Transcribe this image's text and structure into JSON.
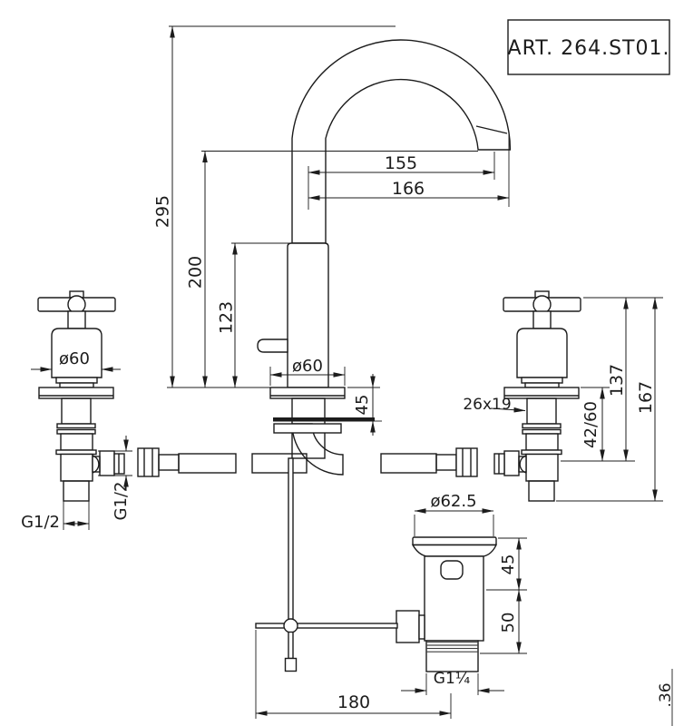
{
  "title_block": {
    "art_label": "ART. 264.ST01."
  },
  "colors": {
    "line": "#1c1c1c",
    "background": "#ffffff"
  },
  "dims": {
    "total_height": "295",
    "outlet_height": "200",
    "body_height": "123",
    "reach_to_aerator": "155",
    "reach_overall": "166",
    "base_diameter": "ø60",
    "base_clamp_depth": "45",
    "handle_diameter": "ø60",
    "handle_tail_thread": "G1/2",
    "handle_outlet_thread": "G1/2",
    "handle_stem": "26x19",
    "handle_under_deck": "42/60",
    "handle_outlet_height": "137",
    "handle_total_height": "167",
    "waste_diameter": "ø62.5",
    "waste_top_height": "45",
    "waste_body_height": "50",
    "waste_thread": "G1¼",
    "waste_offset": "180",
    "corner_mark": ".36"
  }
}
